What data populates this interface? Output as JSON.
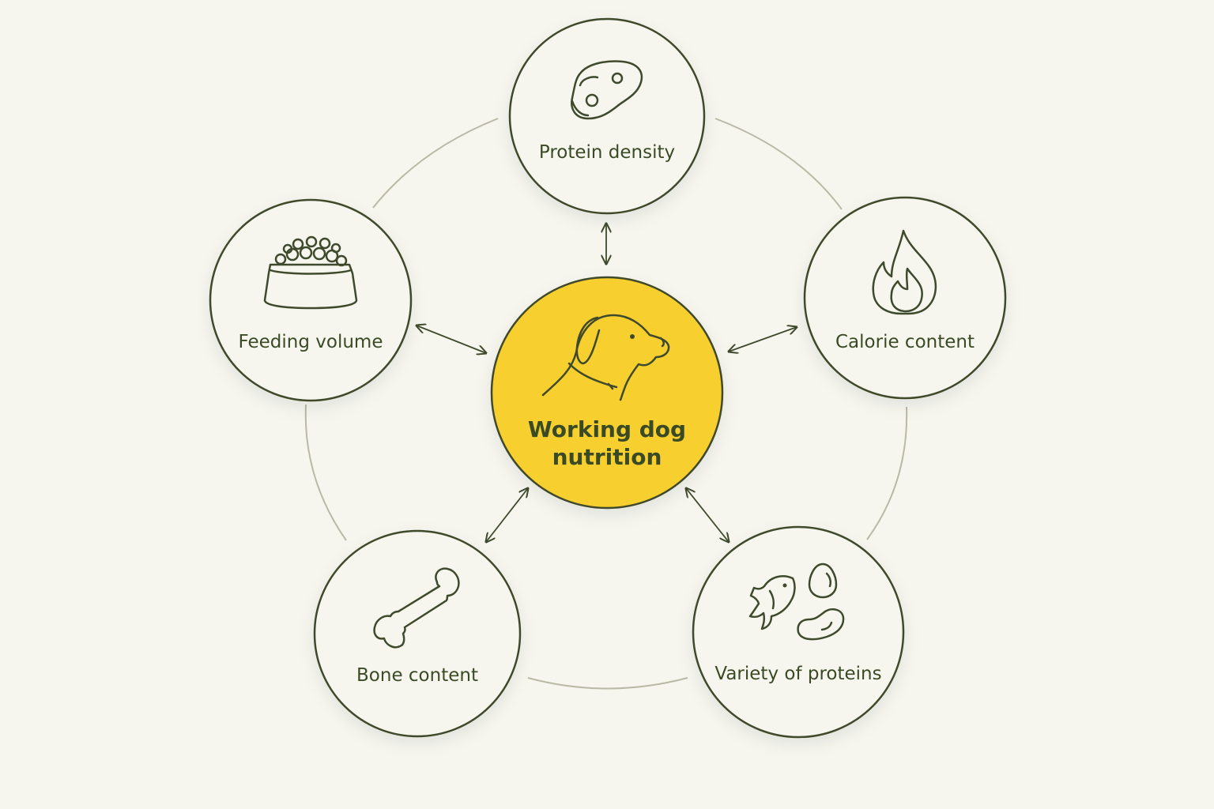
{
  "diagram": {
    "center": {
      "line1": "Working dog",
      "line2": "nutrition",
      "icon": "dog-head-icon"
    },
    "nodes": [
      {
        "id": "protein-density",
        "label": "Protein density",
        "icon": "steak-icon"
      },
      {
        "id": "calorie-content",
        "label": "Calorie content",
        "icon": "flame-icon"
      },
      {
        "id": "variety-of-proteins",
        "label": "Variety of proteins",
        "icon": "fish-egg-bean-icon"
      },
      {
        "id": "bone-content",
        "label": "Bone content",
        "icon": "bone-icon"
      },
      {
        "id": "feeding-volume",
        "label": "Feeding volume",
        "icon": "food-bowl-icon"
      }
    ]
  },
  "colors": {
    "background": "#f6f6ef",
    "center_fill": "#f7cf2e",
    "outline": "#3f4a2c",
    "text": "#3a4a25",
    "ring": "#b9b9a6"
  }
}
